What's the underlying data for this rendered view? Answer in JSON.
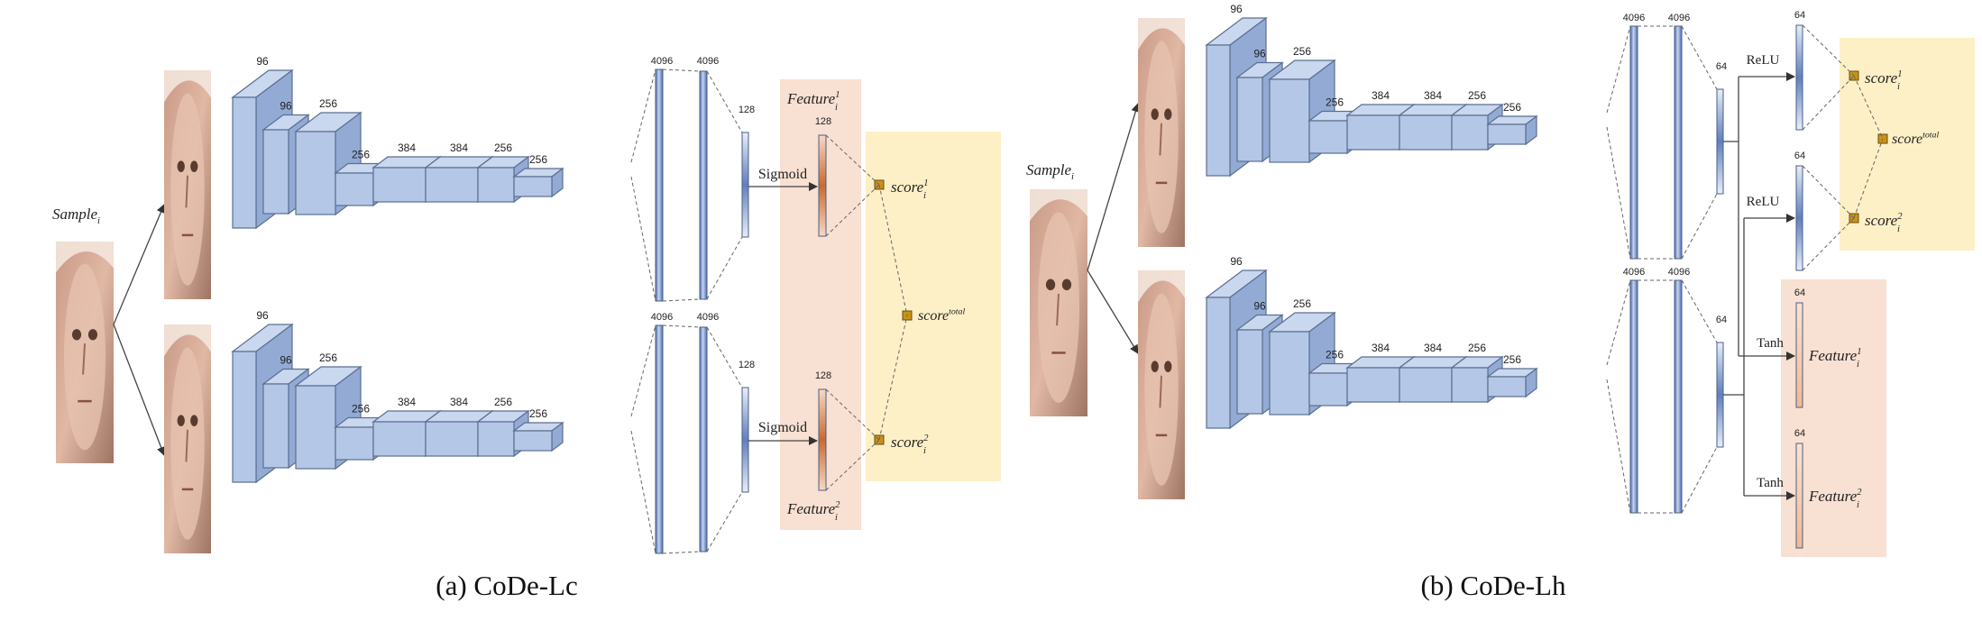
{
  "captions": {
    "a": "(a) CoDe-Lc",
    "b": "(b) CoDe-Lh"
  },
  "labels": {
    "sample_main": "Sample",
    "sample_sub": "i",
    "sigmoid": "Sigmoid",
    "relu": "ReLU",
    "tanh": "Tanh",
    "feature_main": "Feature",
    "feature_sub": "i",
    "sup_1": "1",
    "sup_2": "2",
    "score_main": "score",
    "score_sub": "i",
    "score_total_main": "score",
    "score_total_sup": "total"
  },
  "conv_dims": [
    "96",
    "96",
    "256",
    "256",
    "384",
    "384",
    "256",
    "256"
  ],
  "fc_dims": {
    "fc6": "4096",
    "fc7": "4096",
    "fc8_a": "128",
    "fc8_b": "64",
    "feat_a": "128",
    "feat_b": "64"
  },
  "colors": {
    "block_fill": "#b4c7e7",
    "block_top": "#c9d7ef",
    "block_side": "#93abd4",
    "block_stroke": "#5b6f91",
    "feature_panel": "#f8e0d2",
    "score_panel": "#fdf0c6",
    "node_fill": "#c8921a",
    "fc_dark": "#4a6cb0"
  }
}
